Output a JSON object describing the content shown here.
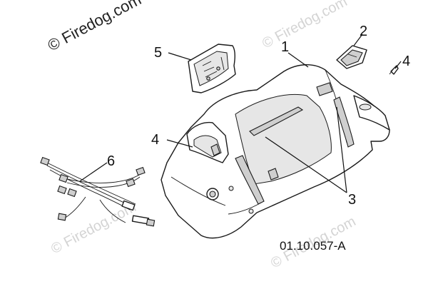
{
  "watermark": {
    "text": "© Firedog.com",
    "color": "#d4d4d4",
    "primary_color": "#222222"
  },
  "callouts": {
    "c1": "1",
    "c2": "2",
    "c3": "3",
    "c4_left": "4",
    "c4_right": "4",
    "c5": "5",
    "c6": "6"
  },
  "diagram_code": "01.10.057-A",
  "icons": [
    "hood-panel",
    "switch-module",
    "screw-icon",
    "display-panel",
    "wiring-harness"
  ]
}
